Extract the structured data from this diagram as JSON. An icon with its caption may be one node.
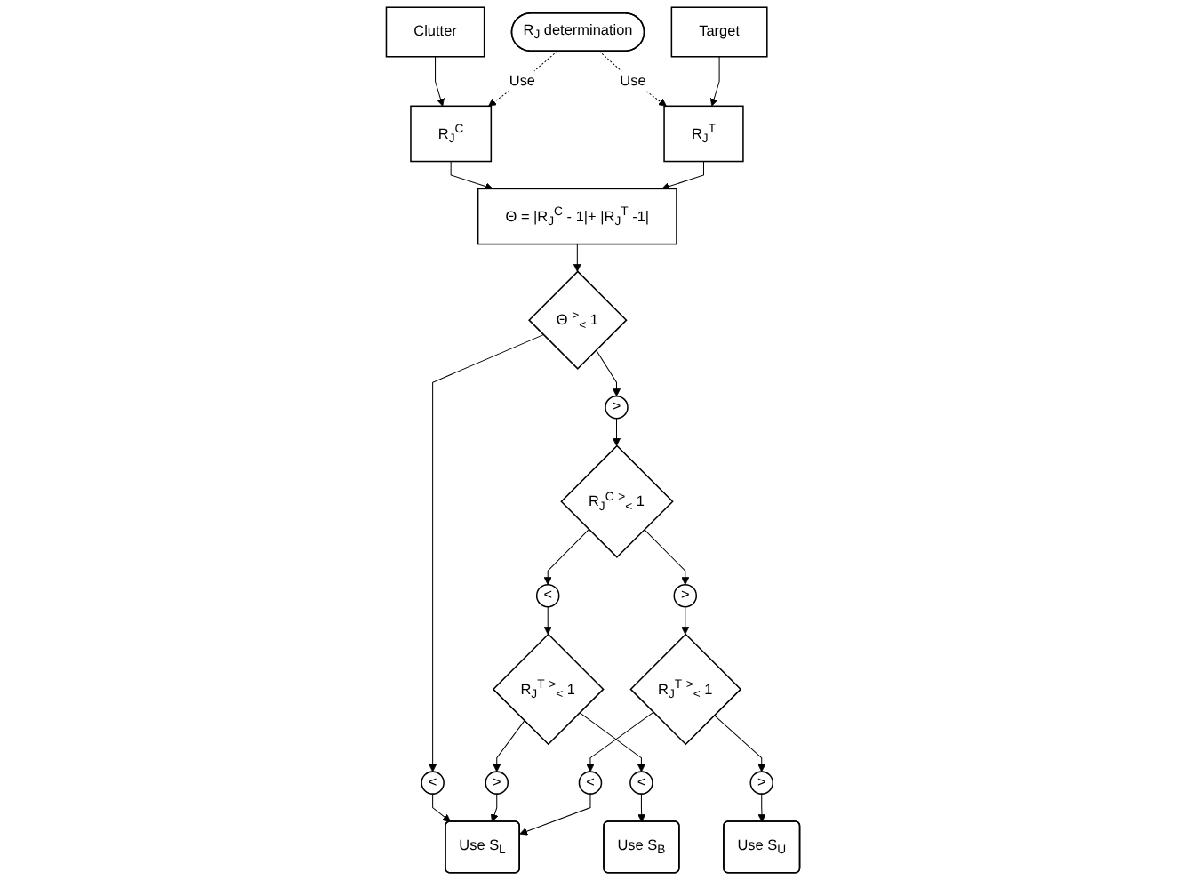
{
  "diagram": {
    "nodes": [
      {
        "text": [
          "Clutter"
        ]
      },
      {
        "text": [
          "R$_{J}$ determination"
        ]
      },
      {
        "text": [
          "Target"
        ]
      },
      {
        "text": [
          "R$_{J}$$^{C}$"
        ]
      },
      {
        "text": [
          "Θ = |R$_{J}$$^{C}$ - 1|+ |R$_{J}$$^{T}$ -1|"
        ]
      },
      {
        "text": [
          "R$_{J}$$^{T}$"
        ]
      },
      {
        "text": [
          "Θ $^{>}$$_{<}$ 1"
        ]
      },
      {
        "text": [
          "<"
        ]
      },
      {
        "text": [
          "Use S$_{L}$"
        ]
      },
      {
        "text": [
          ">"
        ]
      },
      {
        "text": [
          "R$_{J}$$^{C}$ $^{>}$$_{<}$ 1"
        ]
      },
      {
        "text": [
          "<"
        ]
      },
      {
        "text": [
          "R$_{J}$$^{T}$ $^{>}$$_{<}$ 1"
        ]
      },
      {
        "text": [
          ">"
        ]
      },
      {
        "text": [
          ">"
        ]
      },
      {
        "text": [
          "R$_{J}$$^{T}$ $^{>}$$_{<}$ 1"
        ]
      },
      {
        "text": [
          "<"
        ]
      },
      {
        "text": [
          "Use S$_{B}$"
        ]
      },
      {
        "text": [
          ">"
        ]
      },
      {
        "text": [
          "Use S$_{U}$"
        ]
      },
      {
        "text": [
          "<"
        ]
      }
    ],
    "edges": [
      {
        "from": 0,
        "to": 3,
        "arrow": "to"
      },
      {
        "from": 1,
        "to": 3,
        "arrow": "to",
        "label": "Use",
        "style": "dashed"
      },
      {
        "from": 1,
        "to": 5,
        "arrow": "to",
        "label": "Use",
        "style": "dashed"
      },
      {
        "from": 2,
        "to": 5,
        "arrow": "to"
      },
      {
        "from": 3,
        "to": 4,
        "arrow": "to"
      },
      {
        "from": 5,
        "to": 4,
        "arrow": "to"
      },
      {
        "from": 4,
        "to": 6,
        "arrow": "to"
      },
      {
        "from": 6,
        "to": 7,
        "arrow": "to"
      },
      {
        "from": 7,
        "to": 8,
        "arrow": "to"
      },
      {
        "from": 6,
        "to": 9,
        "arrow": "to"
      },
      {
        "from": 9,
        "to": 10,
        "arrow": "to"
      },
      {
        "from": 10,
        "to": 11,
        "arrow": "to"
      },
      {
        "from": 11,
        "to": 12,
        "arrow": "to"
      },
      {
        "from": 12,
        "to": 13,
        "arrow": "to"
      },
      {
        "from": 13,
        "to": 8,
        "arrow": "to"
      },
      {
        "from": 10,
        "to": 14,
        "arrow": "to"
      },
      {
        "from": 14,
        "to": 15,
        "arrow": "to"
      },
      {
        "from": 12,
        "to": 16,
        "arrow": "to"
      },
      {
        "from": 16,
        "to": 17,
        "arrow": "to"
      },
      {
        "from": 15,
        "to": 18,
        "arrow": "to"
      },
      {
        "from": 18,
        "to": 19,
        "arrow": "to"
      },
      {
        "from": 15,
        "to": 20,
        "arrow": "to"
      },
      {
        "from": 20,
        "to": 8,
        "arrow": "to"
      }
    ]
  }
}
